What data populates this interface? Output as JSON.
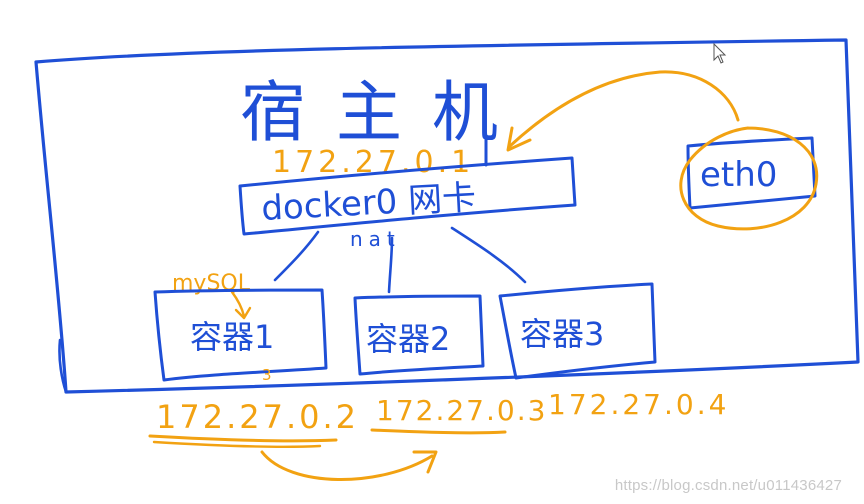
{
  "diagram": {
    "host_title": "宿主机",
    "gateway_ip": "172.27.0.1",
    "bridge_label": "docker0 网卡",
    "nat_label": "nat",
    "eth_label": "eth0",
    "service_label": "mySQL",
    "container_1": "容器1",
    "container_2": "容器2",
    "container_3": "容器3",
    "ip_1": "172.27.0.2",
    "ip_2": "172.27.0.3",
    "ip_3": "172.27.0.4",
    "small_mark": "3"
  },
  "colors": {
    "blue": "#1f4fd6",
    "orange": "#f2a212"
  },
  "watermark": "https://blog.csdn.net/u011436427"
}
